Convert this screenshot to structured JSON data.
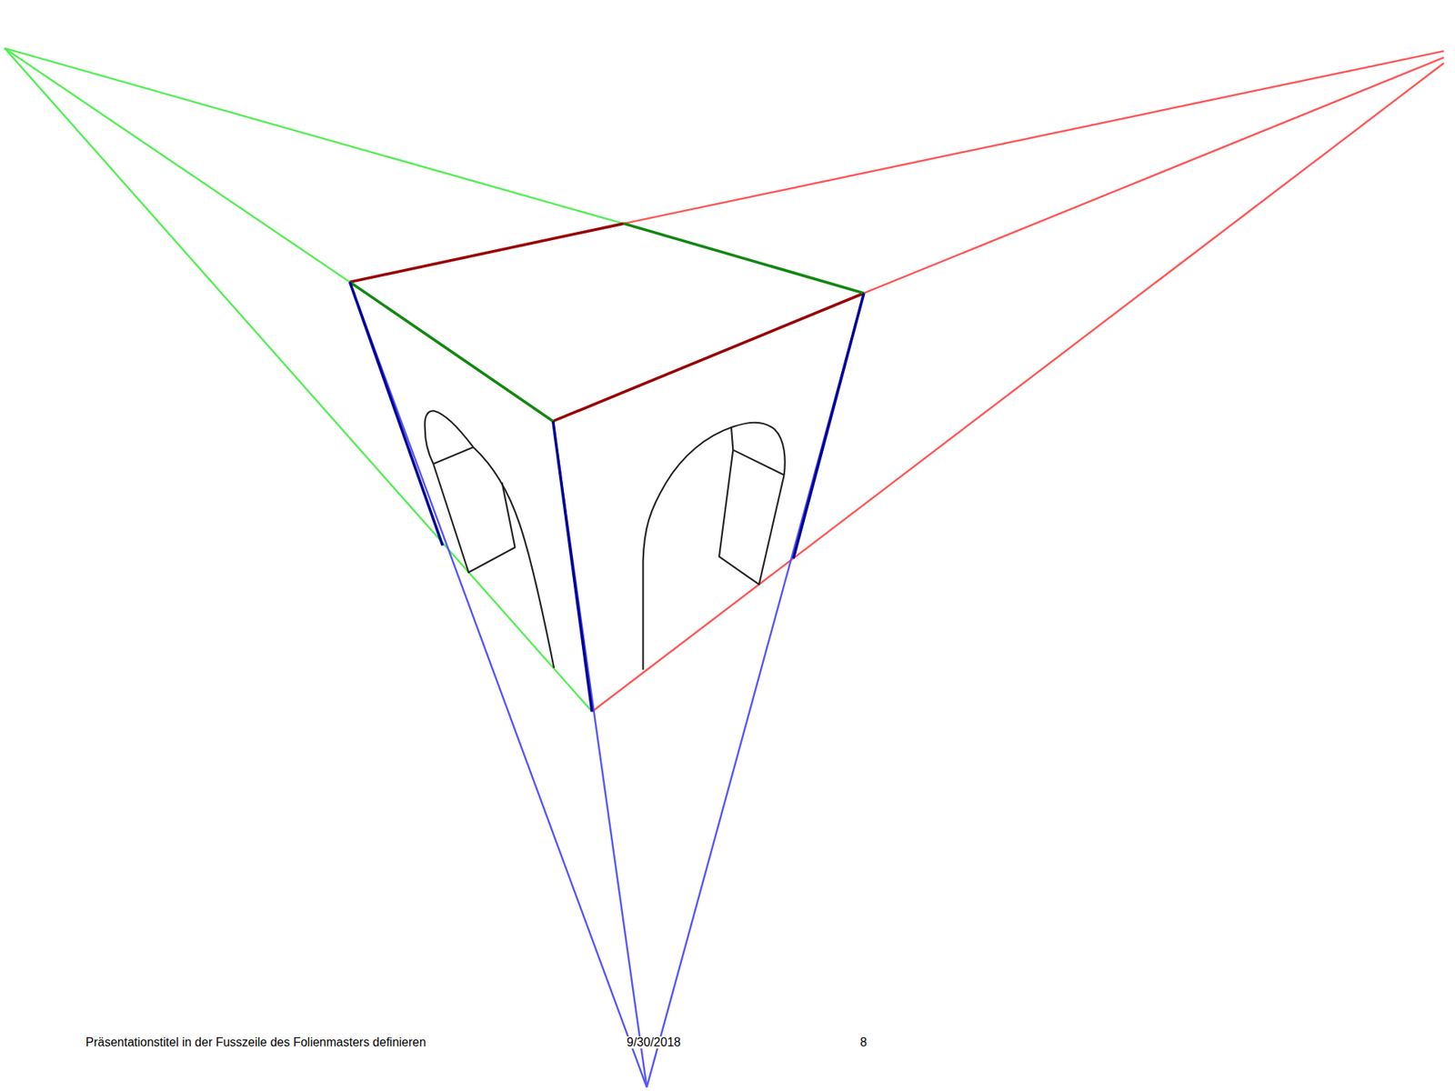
{
  "diagram": {
    "labels": [
      "Präsentationstitel in der Fusszeile des Folienmasters definieren",
      "9/30/2018",
      "8"
    ]
  }
}
